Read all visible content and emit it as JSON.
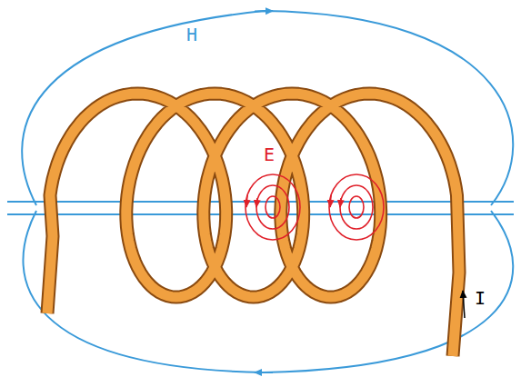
{
  "diagram": {
    "labels": [
      "H",
      "E",
      "I"
    ]
  }
}
